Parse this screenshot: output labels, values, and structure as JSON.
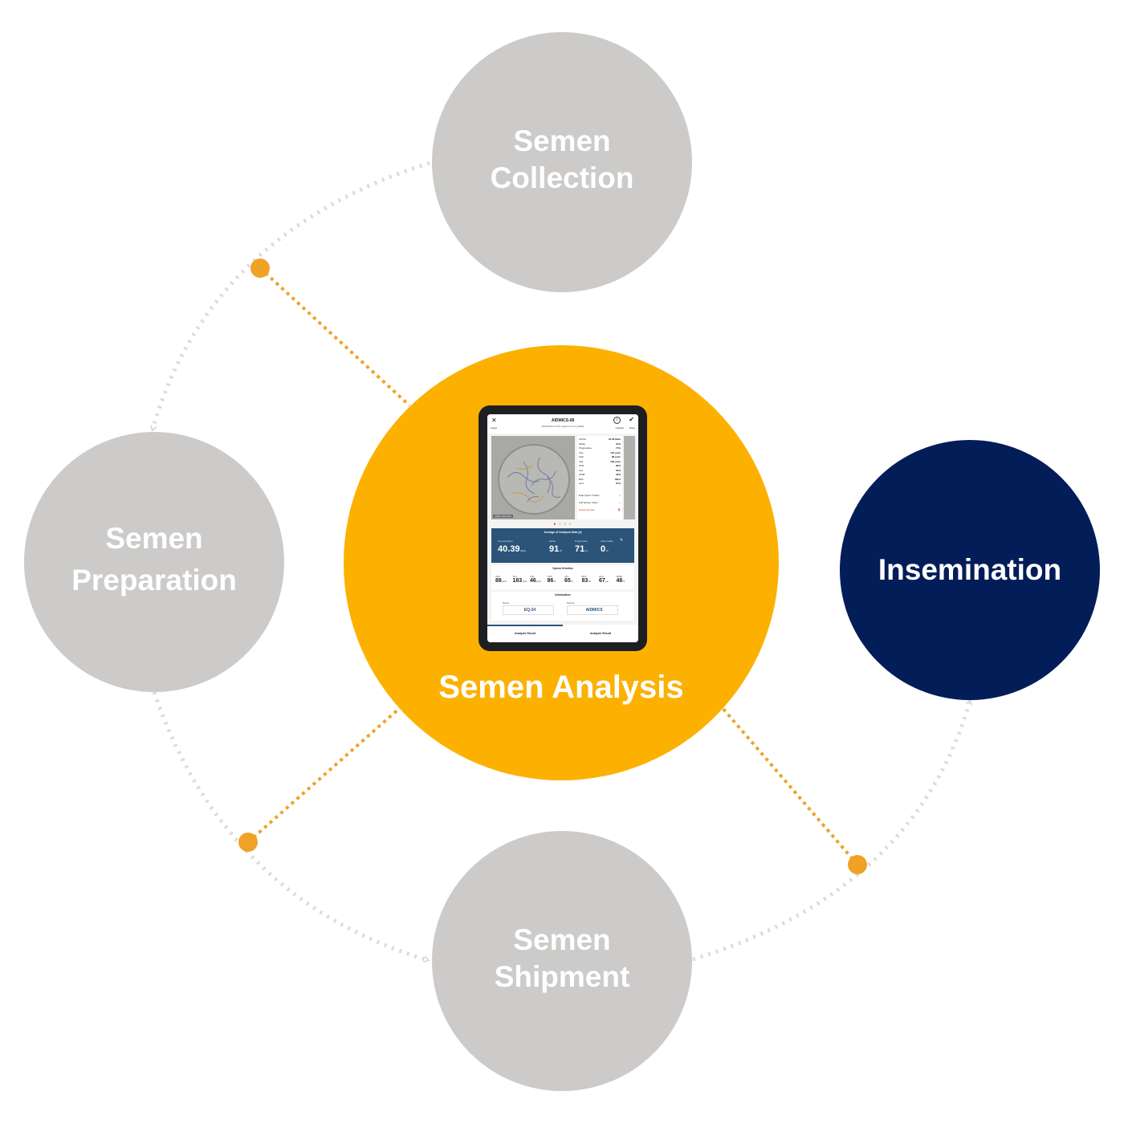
{
  "nodes": {
    "collection": {
      "line1": "Semen",
      "line2": "Collection",
      "color": "#cdcbca"
    },
    "preparation": {
      "line1": "Semen",
      "line2": "Preparation",
      "color": "#cdcbca"
    },
    "shipment": {
      "line1": "Semen",
      "line2": "Shipment",
      "color": "#cdcbca"
    },
    "insemination": {
      "label": "Insemination",
      "color": "#021d57"
    },
    "analysis": {
      "label": "Semen Analysis",
      "color": "#fcb100"
    }
  },
  "connector_colors": {
    "flow": "#dcdcdc",
    "link": "#f0a227"
  },
  "tablet": {
    "title": "AIDMICS-08",
    "subtitle": "2022/06/24 11:36  |  Equine 8.2.0 (AIDM)",
    "leave": "Leave",
    "contact": "Contact",
    "done": "Done",
    "image_caption": "ANALYSIS IMG",
    "params": [
      {
        "k": "CONC",
        "v": "40.39 M/ml"
      },
      {
        "k": "Motile",
        "v": "91%"
      },
      {
        "k": "Progressive",
        "v": "71%"
      },
      {
        "k": "VCL",
        "v": "125 μm/s"
      },
      {
        "k": "VAP",
        "v": "88 μm/s"
      },
      {
        "k": "VSL",
        "v": "183 μm/s"
      },
      {
        "k": "STR",
        "v": "86%"
      },
      {
        "k": "LIN",
        "v": "65%"
      },
      {
        "k": "WOB",
        "v": "48%"
      },
      {
        "k": "BCF",
        "v": "83Hz"
      },
      {
        "k": "ALH",
        "v": "67%"
      }
    ],
    "actions": [
      {
        "label": "Hide Sperm Tracks"
      },
      {
        "label": "Full Screen Video"
      },
      {
        "label": "Delete Results"
      }
    ],
    "average": {
      "heading": "Average of Analysis Data (4)",
      "metrics": [
        {
          "label": "Concentration",
          "value": "40.39",
          "unit": "M/ml"
        },
        {
          "label": "Motile",
          "value": "91",
          "unit": "%"
        },
        {
          "label": "Progressive",
          "value": "71",
          "unit": "%"
        },
        {
          "label": "Abnormality",
          "value": "0",
          "unit": "%"
        }
      ]
    },
    "kinetics": {
      "heading": "Sperm Kinetics",
      "items": [
        {
          "label": "VAP",
          "value": "88",
          "unit": "μm/s"
        },
        {
          "label": "VCL",
          "value": "183",
          "unit": "μm/s"
        },
        {
          "label": "VSL",
          "value": "46",
          "unit": "μm/s"
        },
        {
          "label": "STR",
          "value": "86",
          "unit": "%"
        },
        {
          "label": "LIN",
          "value": "65",
          "unit": "%"
        },
        {
          "label": "BCF",
          "value": "83",
          "unit": "Hz"
        },
        {
          "label": "ALH",
          "value": "67",
          "unit": "μm"
        },
        {
          "label": "WOB",
          "value": "48",
          "unit": "%"
        }
      ]
    },
    "information": {
      "heading": "Information",
      "name_label": "Name",
      "name_value": "EQ-24",
      "source_label": "Source",
      "source_value": "AIDMICS"
    },
    "tabs": [
      "Analysis Result",
      "Analysis Result"
    ]
  }
}
